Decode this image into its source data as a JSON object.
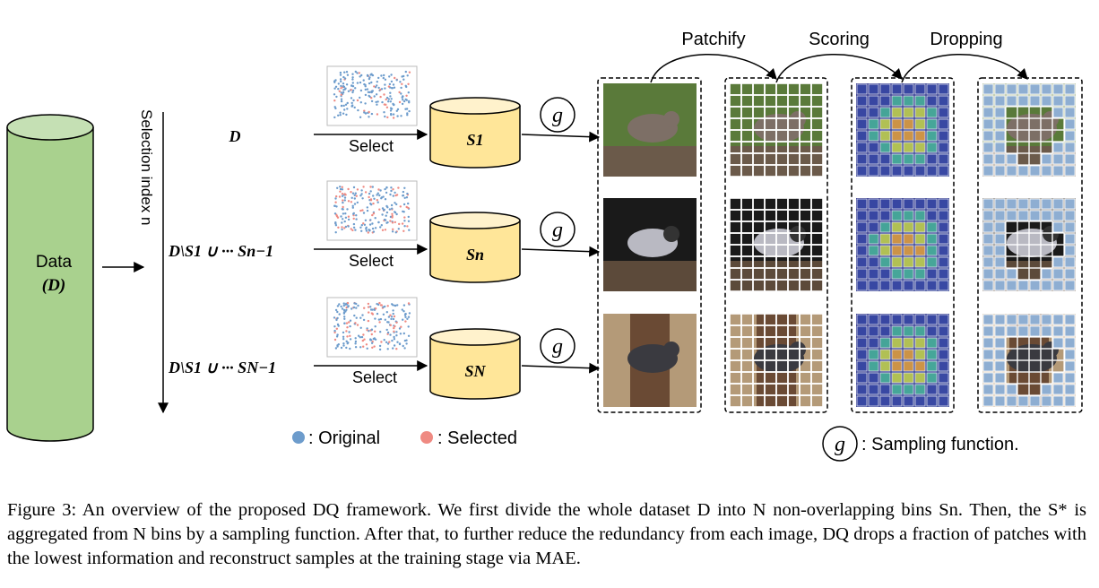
{
  "labels": {
    "data_line1": "Data",
    "data_line2": "(D)",
    "selection_index": "Selection index n",
    "select": "Select",
    "g": "g",
    "patchify": "Patchify",
    "scoring": "Scoring",
    "dropping": "Dropping",
    "legend_original": ": Original",
    "legend_selected": ": Selected",
    "legend_sampling": ": Sampling function."
  },
  "rows": [
    {
      "input_label": "D",
      "bin_label": "S1"
    },
    {
      "input_label": "D\\S1 ∪ ··· Sn−1",
      "bin_label": "Sn"
    },
    {
      "input_label": "D\\S1 ∪ ··· SN−1",
      "bin_label": "SN"
    }
  ],
  "colors": {
    "cylinder_green": "#a9d18e",
    "cylinder_green_top": "#c5e0b4",
    "bin_yellow": "#ffe699",
    "bin_yellow_top": "#fff2cc",
    "dot_original": "#6d9ccc",
    "dot_selected": "#ef8a82",
    "drop_patch": "#8eaed2"
  },
  "caption": "Figure 3: An overview of the proposed DQ framework. We first divide the whole dataset D into N non-overlapping bins Sn. Then, the S* is aggregated from N bins by a sampling function. After that, to further reduce the redundancy from each image, DQ drops a fraction of patches with the lowest information and reconstruct samples at the training stage via MAE."
}
